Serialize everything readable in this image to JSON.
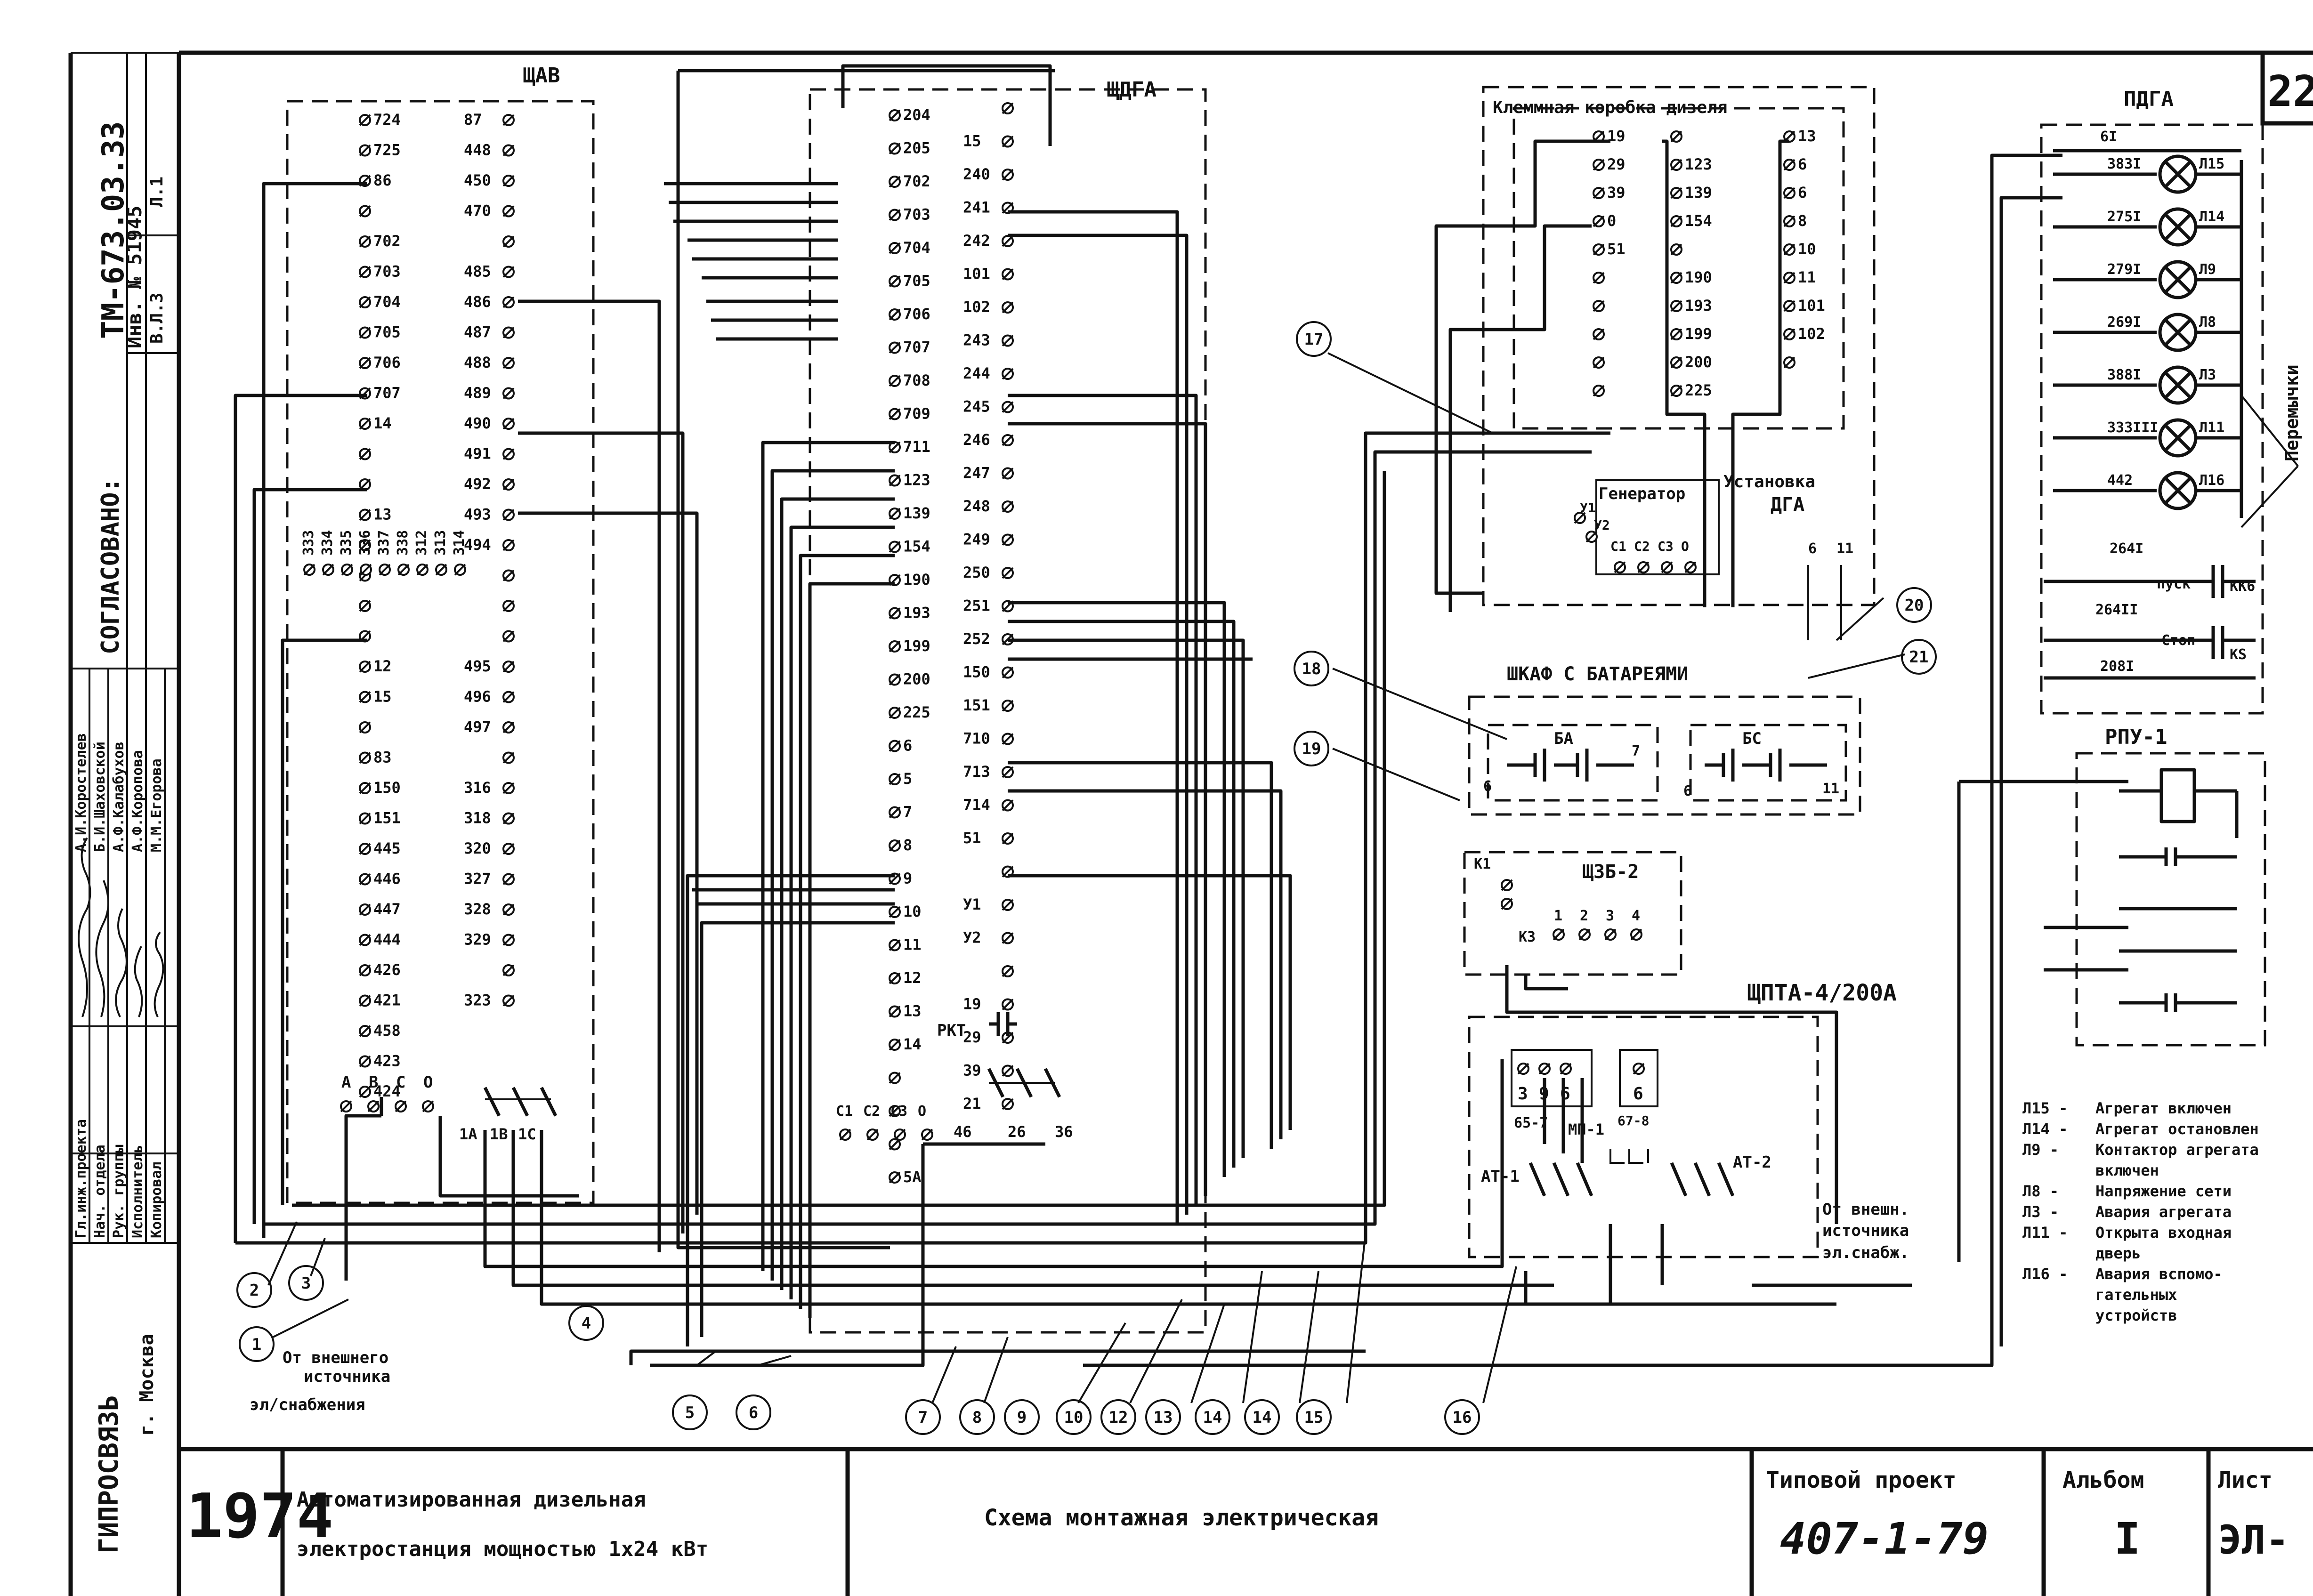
{
  "sheet_number": "22",
  "left_strip": {
    "approval_title": "СОГЛАСОВАНО:",
    "doc_code": "ТМ-673.03.33",
    "inv_label": "Инв. № 51945",
    "field_1": "Л.1",
    "field_2": "В.Л.3",
    "roles": [
      "Гл.инж.проекта",
      "Нач. отдела",
      "Рук. группы",
      "Исполнитель",
      "Копировал"
    ],
    "names": [
      "А.И.Коростелев",
      "Б.И.Шаховской",
      "А.Ф.Калабухов",
      "А.Ф.Коропова",
      "М.М.Егорова"
    ],
    "org": "ГИПРОСВЯЗЬ",
    "city": "г. Москва"
  },
  "blocks": {
    "shchav": "ЩАВ",
    "shchga": "ЩДГА",
    "klemm": "Клеммная коробка дизеля",
    "pdga": "ПДГА",
    "peremychki": "Перемычки",
    "generator": "Генератор",
    "ustanovka": "Установка",
    "dga": "ДГА",
    "battery_cab": "ШКАФ С БАТАРЕЯМИ",
    "ba": "БА",
    "bs": "БС",
    "shchzb": "ЩЗБ-2",
    "rpu": "РПУ-1",
    "shchpta": "ЩПТА-4/200А",
    "rkt": "РКТ",
    "mp1": "МП-1",
    "at1": "АТ-1",
    "at2": "АТ-2",
    "kontakt_65_7": "65-7",
    "kontakt_67_8": "67-8",
    "k1": "К1",
    "k3": "К3",
    "pusk": "пуск",
    "stop": "Стоп",
    "kk6": "КК6",
    "ks": "КS",
    "u1": "У1",
    "u2": "У2"
  },
  "shchav_left": [
    "724",
    "725",
    "86",
    "",
    "702",
    "703",
    "704",
    "705",
    "706",
    "707",
    "14",
    "",
    "",
    "13",
    "",
    "",
    "",
    "",
    "12",
    "15",
    "",
    "83",
    "150",
    "151",
    "445",
    "446",
    "447",
    "444",
    "426",
    "421",
    "458",
    "423",
    "424"
  ],
  "shchav_right": [
    "87",
    "448",
    "450",
    "470",
    "",
    "485",
    "486",
    "487",
    "488",
    "489",
    "490",
    "491",
    "492",
    "493",
    "494",
    "",
    "",
    "",
    "495",
    "496",
    "497",
    "",
    "316",
    "318",
    "320",
    "327",
    "328",
    "329",
    "",
    "323"
  ],
  "shchav_vertical": [
    "333",
    "334",
    "335",
    "336",
    "337",
    "338",
    "312",
    "313",
    "314"
  ],
  "shchav_abc": [
    "А",
    "В",
    "С",
    "О"
  ],
  "shchav_breakers": [
    "1А",
    "1В",
    "1С"
  ],
  "shchga_left": [
    "204",
    "205",
    "702",
    "703",
    "704",
    "705",
    "706",
    "707",
    "708",
    "709",
    "711",
    "123",
    "139",
    "154",
    "190",
    "193",
    "199",
    "200",
    "225",
    "6",
    "5",
    "7",
    "8",
    "9",
    "10",
    "11",
    "12",
    "13",
    "14",
    "",
    "",
    "",
    "5А"
  ],
  "shchga_right": [
    "",
    "15",
    "240",
    "241",
    "242",
    "101",
    "102",
    "243",
    "244",
    "245",
    "246",
    "247",
    "248",
    "249",
    "250",
    "251",
    "252",
    "150",
    "151",
    "710",
    "713",
    "714",
    "51",
    "",
    "У1",
    "У2",
    "",
    "19",
    "29",
    "39",
    "21"
  ],
  "shchga_c": [
    "С1",
    "С2",
    "С3",
    "О"
  ],
  "shchga_breakers": [
    "46",
    "26",
    "36"
  ],
  "klemm_col1": [
    "19",
    "29",
    "39",
    "0",
    "51",
    "",
    "",
    "",
    "",
    ""
  ],
  "klemm_col2": [
    "",
    "123",
    "139",
    "154",
    "",
    "190",
    "193",
    "199",
    "200",
    "225"
  ],
  "klemm_col3": [
    "13",
    "6",
    "6",
    "8",
    "10",
    "11",
    "101",
    "102",
    ""
  ],
  "gen_terms": [
    "С1",
    "С2",
    "С3",
    "О"
  ],
  "dga_terms": [
    "6",
    "11"
  ],
  "battery_terms": [
    "6",
    "7",
    "6",
    "11"
  ],
  "shchzb_terms": [
    "1",
    "2",
    "3",
    "4"
  ],
  "mp_terms": [
    "3",
    "9",
    "6",
    "6"
  ],
  "lamps": [
    {
      "wire": "383I",
      "id": "Л15"
    },
    {
      "wire": "275I",
      "id": "Л14"
    },
    {
      "wire": "279I",
      "id": "Л9"
    },
    {
      "wire": "269I",
      "id": "Л8"
    },
    {
      "wire": "388I",
      "id": "Л3"
    },
    {
      "wire": "333III",
      "id": "Л11"
    },
    {
      "wire": "442",
      "id": "Л16"
    }
  ],
  "pdga_top": "6I",
  "pdga_extra": [
    "264I",
    "264II",
    "208I"
  ],
  "legend": [
    {
      "key": "Л15 -",
      "text": "Агрегат включен"
    },
    {
      "key": "Л14 -",
      "text": "Агрегат остановлен"
    },
    {
      "key": "Л9 -",
      "text": "Контактор агрегата"
    },
    {
      "key": "",
      "text": "включен"
    },
    {
      "key": "Л8 -",
      "text": "Напряжение сети"
    },
    {
      "key": "Л3 -",
      "text": "Авария агрегата"
    },
    {
      "key": "Л11 -",
      "text": "Открыта входная"
    },
    {
      "key": "",
      "text": "дверь"
    },
    {
      "key": "Л16 -",
      "text": "Авария вспомо-"
    },
    {
      "key": "",
      "text": "гательных"
    },
    {
      "key": "",
      "text": "устройств"
    }
  ],
  "ext_source_left": [
    "От внешнего",
    "источника",
    "эл/снабжения"
  ],
  "ext_source_right": [
    "От внешн.",
    "источника",
    "эл.снабж."
  ],
  "cable_markers": [
    "1",
    "2",
    "3",
    "4",
    "5",
    "6",
    "7",
    "8",
    "9",
    "10",
    "12",
    "13",
    "14",
    "14",
    "15",
    "16",
    "17",
    "18",
    "19",
    "20",
    "21"
  ],
  "title_block": {
    "year": "1974",
    "name_line1": "Автоматизированная дизельная",
    "name_line2": "электростанция мощностью 1х24 кВт",
    "drawing_title": "Схема монтажная электрическая",
    "project_label": "Типовой проект",
    "project_number": "407-1-79",
    "album_label": "Альбом",
    "album_value": "I",
    "sheet_label": "Лист",
    "sheet_value": "ЭЛ-"
  }
}
